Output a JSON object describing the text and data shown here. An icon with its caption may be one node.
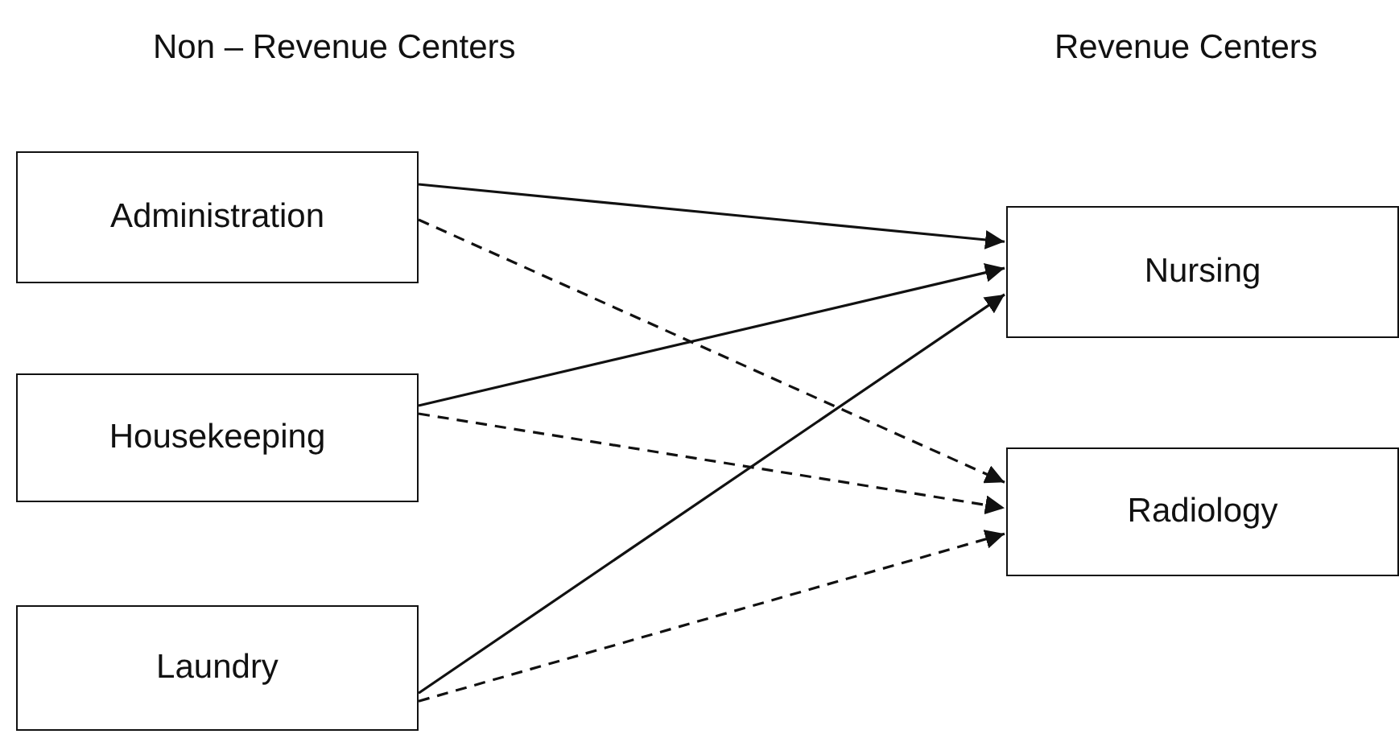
{
  "diagram": {
    "nodes": [
      {
        "text": [
          "Administration"
        ]
      },
      {
        "text": [
          "Housekeeping"
        ]
      },
      {
        "text": [
          "Laundry"
        ]
      },
      {
        "text": [
          "Nursing"
        ]
      },
      {
        "text": [
          "Radiology"
        ]
      }
    ],
    "edges": [
      {
        "from": 0,
        "to": 3,
        "arrow": "to"
      },
      {
        "from": 0,
        "to": 4,
        "arrow": "to",
        "style": "dashed"
      },
      {
        "from": 1,
        "to": 3,
        "arrow": "to"
      },
      {
        "from": 1,
        "to": 4,
        "arrow": "to",
        "style": "dashed"
      },
      {
        "from": 2,
        "to": 3,
        "arrow": "to"
      },
      {
        "from": 2,
        "to": 4,
        "arrow": "to",
        "style": "dashed"
      }
    ],
    "labels": [
      "Non – Revenue Centers",
      "Revenue Centers"
    ]
  }
}
